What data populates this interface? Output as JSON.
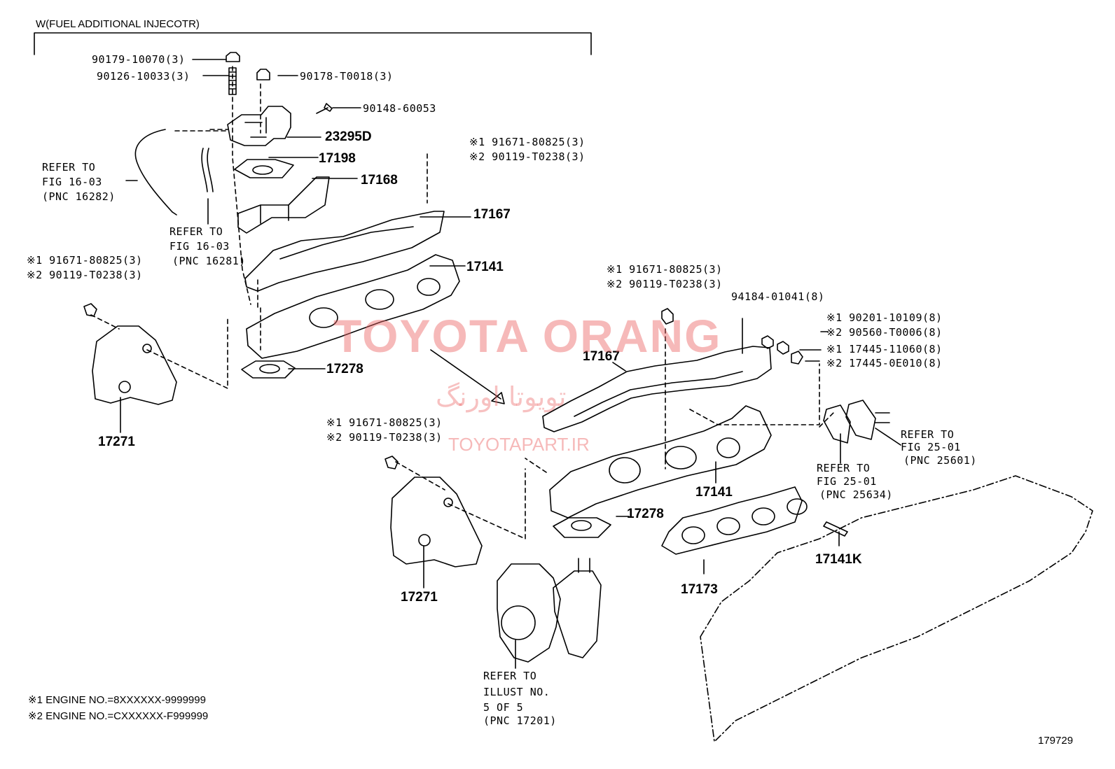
{
  "header": {
    "variant_title": "W(FUEL ADDITIONAL INJECOTR)"
  },
  "labels": {
    "p90179": "90179-10070(3)",
    "p90126": "90126-10033(3)",
    "p90178": "90178-T0018(3)",
    "p90148": "90148-60053",
    "p23295": "23295D",
    "p17198": "17198",
    "p17168": "17168",
    "p17167a": "17167",
    "p17141a": "17141",
    "p17278a": "17278",
    "p17271a": "17271",
    "bolt_a1": "※1 91671-80825(3)",
    "bolt_a2": "※2 90119-T0238(3)",
    "bolt_b1": "※1 91671-80825(3)",
    "bolt_b2": "※2 90119-T0238(3)",
    "bolt_c1": "※1 91671-80825(3)",
    "bolt_c2": "※2 90119-T0238(3)",
    "bolt_d1": "※1 91671-80825(3)",
    "bolt_d2": "※2 90119-T0238(3)",
    "ref1_l1": "REFER TO",
    "ref1_l2": "FIG 16-03",
    "ref1_l3": "(PNC 16282)",
    "ref2_l1": "REFER TO",
    "ref2_l2": "FIG 16-03",
    "ref2_l3": "(PNC 16281)",
    "p94184": "94184-01041(8)",
    "nut1": "※1 90201-10109(8)",
    "nut2": "※2 90560-T0006(8)",
    "stud1": "※1 17445-11060(8)",
    "stud2": "※2 17445-0E010(8)",
    "p17167b": "17167",
    "p17141b": "17141",
    "p17278b": "17278",
    "p17271b": "17271",
    "p17173": "17173",
    "p17141k": "17141K",
    "ref3_l1": "REFER TO",
    "ref3_l2": "FIG 25-01",
    "ref3_l3": "(PNC 25634)",
    "ref4_l1": "REFER TO",
    "ref4_l2": "FIG 25-01",
    "ref4_l3": "(PNC 25601)",
    "ref5_l1": "REFER TO",
    "ref5_l2": "ILLUST NO.",
    "ref5_l3": "5 OF 5",
    "ref5_l4": "(PNC 17201)"
  },
  "footnotes": {
    "note1": "※1 ENGINE NO.=8XXXXXX-9999999",
    "note2": "※2 ENGINE NO.=CXXXXXX-F999999"
  },
  "watermark": {
    "brand": "TOYOTA ORANG",
    "persian": "تویوتا اورنگ",
    "site": "TOYOTAPART.IR"
  },
  "illustration_id": "179729"
}
